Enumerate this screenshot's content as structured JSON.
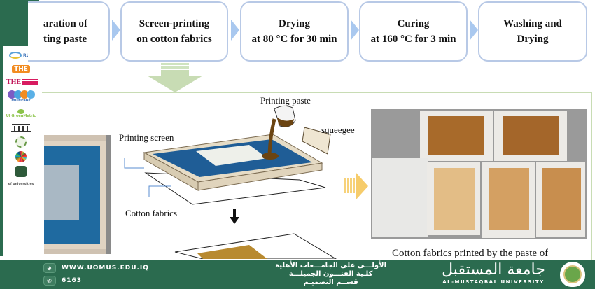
{
  "flow": {
    "steps": [
      {
        "line1": "aration of",
        "line2": "ting paste"
      },
      {
        "line1": "Screen-printing",
        "line2": "on cotton fabrics"
      },
      {
        "line1": "Drying",
        "line2": "at 80 °C for 30 min"
      },
      {
        "line1": "Curing",
        "line2": "at 160 °C for 3 min"
      },
      {
        "line1": "Washing and",
        "line2": "Drying"
      }
    ]
  },
  "diagram": {
    "printing_paste": "Printing paste",
    "squeegee": "squeegee",
    "printing_screen": "Printing screen",
    "cotton_fabrics": "Cotton fabrics"
  },
  "results": {
    "caption": "Cotton fabrics printed by the paste of"
  },
  "sidebar": {
    "logos": [
      "RUR",
      "THE",
      "THE Impact Rankings",
      "multirank",
      "UI GreenMetric",
      "pillar-logo",
      "arab-union-logo",
      "sdg-logo",
      "arab-universities-logo",
      "of universities"
    ]
  },
  "footer": {
    "website": "WWW.UOMUS.EDU.IQ",
    "phone": "6163",
    "arabic_line1": "الأولـــى على الجامـــعات الأهلية",
    "arabic_line2": "كلـية الفنـــون الجميلـــة",
    "arabic_line3": "قســم التصميـم",
    "brand_arabic": "جامعة المستقبل",
    "brand_english": "AL-MUSTAQBAL UNIVERSITY"
  }
}
